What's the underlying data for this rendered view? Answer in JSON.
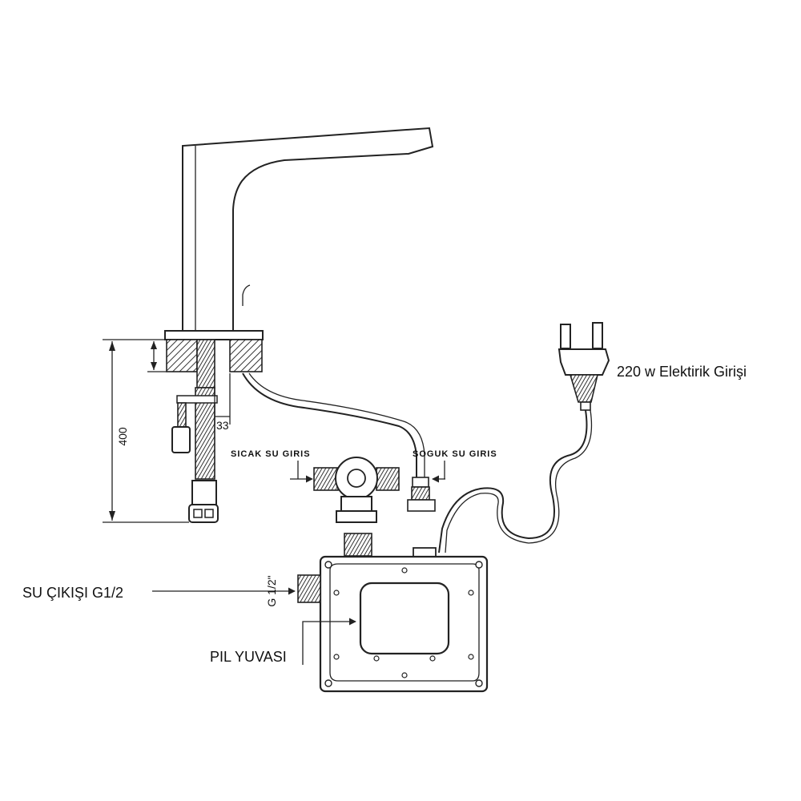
{
  "labels": {
    "electric_input": "220 w Elektirik Girişi",
    "hot_inlet": "SICAK SU GIRIS",
    "cold_inlet": "SOGUK SU GIRIS",
    "water_outlet": "SU ÇIKIŞI G1/2",
    "battery_slot": "PIL YUVASI",
    "dim_height": "400",
    "dim_width": "33",
    "thread_spec": "G 1/2\""
  },
  "icons": [
    "faucet-icon",
    "plug-icon",
    "valve-icon",
    "control-box-icon",
    "hose-icon"
  ],
  "colors": {
    "line": "#222222",
    "background": "#ffffff"
  }
}
